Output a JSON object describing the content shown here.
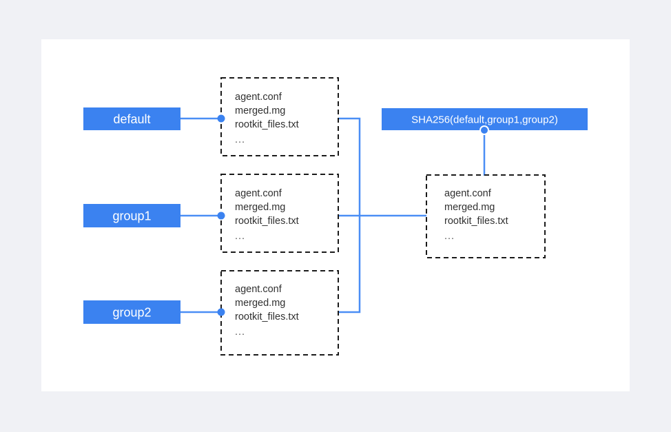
{
  "canvas": {
    "background": "#ffffff",
    "page_background": "#f0f1f5"
  },
  "colors": {
    "accent_blue": "#3b82f0",
    "connector_blue": "#4a8ef5",
    "dashed_border": "#1a1a1a",
    "text_dark": "#303030",
    "text_white": "#ffffff"
  },
  "sources": [
    {
      "id": "default",
      "label": "default",
      "files": {
        "lines": [
          "agent.conf",
          "merged.mg",
          "rootkit_files.txt"
        ],
        "ellipsis": "..."
      }
    },
    {
      "id": "group1",
      "label": "group1",
      "files": {
        "lines": [
          "agent.conf",
          "merged.mg",
          "rootkit_files.txt"
        ],
        "ellipsis": "..."
      }
    },
    {
      "id": "group2",
      "label": "group2",
      "files": {
        "lines": [
          "agent.conf",
          "merged.mg",
          "rootkit_files.txt"
        ],
        "ellipsis": "..."
      }
    }
  ],
  "hash": {
    "label": "SHA256(default,group1,group2)"
  },
  "merged": {
    "files": {
      "lines": [
        "agent.conf",
        "merged.mg",
        "rootkit_files.txt"
      ],
      "ellipsis": "..."
    }
  }
}
